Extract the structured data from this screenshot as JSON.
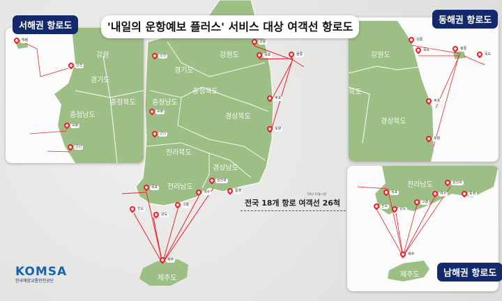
{
  "title": "'내일의 운항예보 플러스' 서비스 대상 여객선 항로도",
  "colors": {
    "land": "#9dbf86",
    "route": "#e8202a",
    "badge": "#14296b",
    "background": "#e6e6e4"
  },
  "main_map": {
    "regions": [
      "강원도",
      "경기도",
      "충청북도",
      "충청남도",
      "경상북도",
      "전라북도",
      "경상남도",
      "전라남도",
      "제주도"
    ],
    "ports": [
      "인천",
      "강릉",
      "묵호",
      "울릉",
      "후포",
      "포항",
      "보령",
      "군산",
      "목포",
      "진도",
      "완도",
      "고흥",
      "여수",
      "삼천포",
      "통영",
      "제주"
    ],
    "summary": "전국 18개 항로 여객선 26척",
    "note": "'25년 12월 기준"
  },
  "west_panel": {
    "badge": "서해권 항로도",
    "regions": [
      "경기도",
      "강원",
      "충청북도",
      "충청남도"
    ],
    "ports": [
      "백령",
      "인천",
      "보령",
      "군산"
    ]
  },
  "east_panel": {
    "badge": "동해권 항로도",
    "regions": [
      "강원도",
      "경상북도",
      "북도"
    ],
    "ports": [
      "강릉",
      "묵호",
      "울릉",
      "독도",
      "후포",
      "포항"
    ]
  },
  "south_panel": {
    "badge": "남해권 항로도",
    "regions": [
      "전라남도",
      "제주도"
    ],
    "ports": [
      "목포",
      "진도",
      "완도",
      "고흥",
      "여수",
      "삼천포",
      "통영",
      "제주"
    ]
  },
  "logo": {
    "name": "KOMSA",
    "org": "한국해양교통안전공단"
  }
}
